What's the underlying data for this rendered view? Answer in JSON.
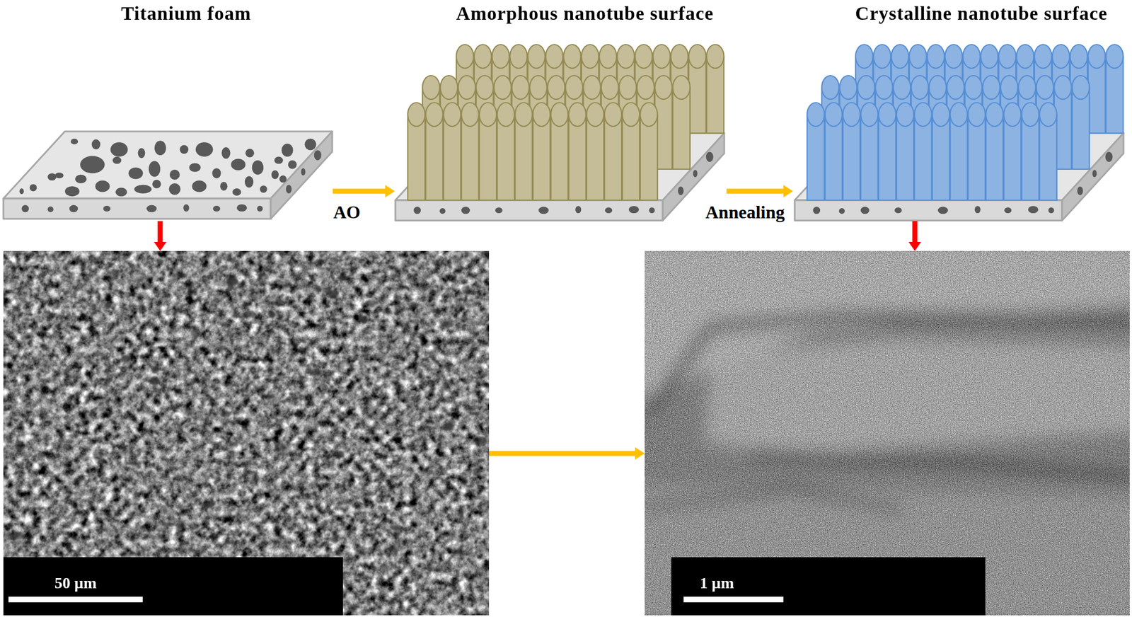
{
  "diagram": {
    "nodes": [
      {
        "text": [
          "Titanium foam"
        ]
      },
      {
        "text": [
          "Amorphous nanotube surface"
        ]
      },
      {
        "text": [
          "Crystalline nanotube surface"
        ]
      },
      {
        "text": [
          "50 µm"
        ]
      },
      {
        "text": [
          "1 µm"
        ]
      }
    ],
    "edges": [
      {
        "from": 0,
        "to": 1,
        "arrow": "to",
        "label": "AO"
      },
      {
        "from": 1,
        "to": 2,
        "arrow": "to",
        "label": "Annealing"
      },
      {
        "from": 0,
        "to": 3,
        "arrow": "to"
      },
      {
        "from": 2,
        "to": 4,
        "arrow": "to"
      },
      {
        "from": 3,
        "to": 4,
        "arrow": "to"
      }
    ]
  }
}
